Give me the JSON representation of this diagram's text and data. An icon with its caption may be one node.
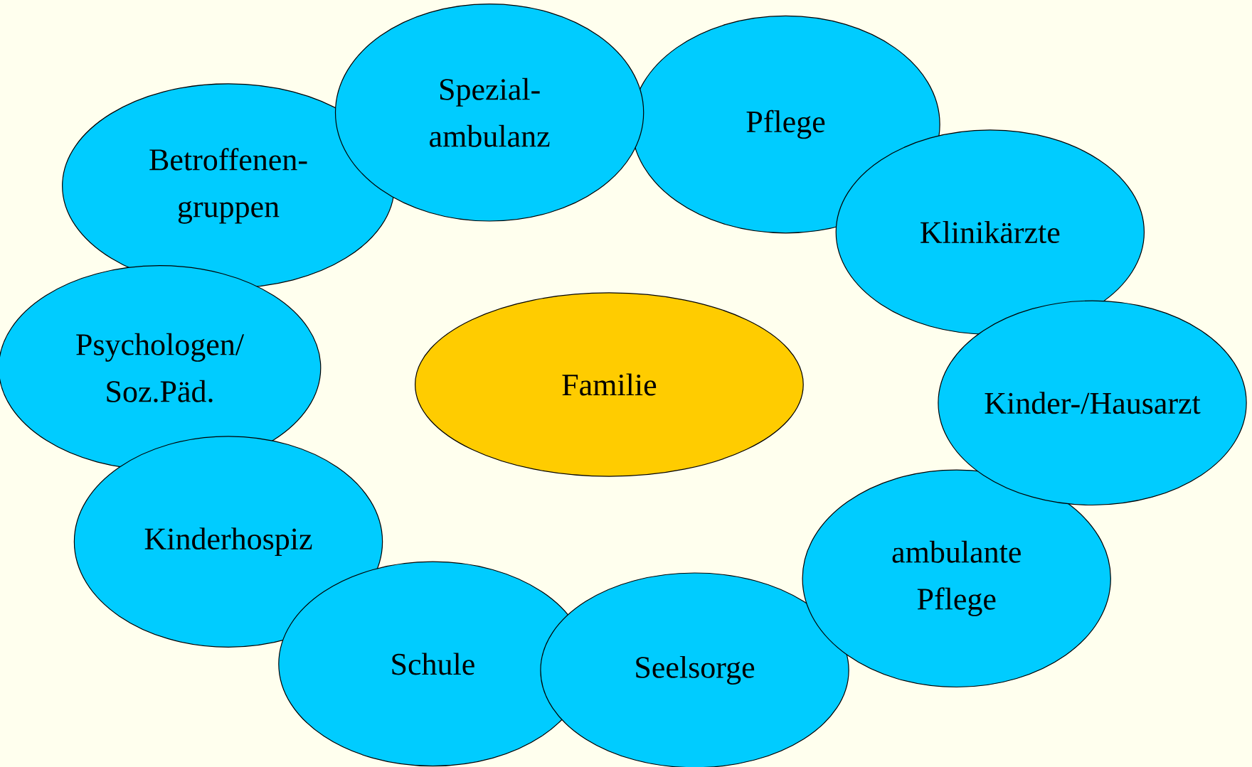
{
  "diagram": {
    "nodes": [
      {
        "text": [
          "Betroffenen- gruppen"
        ]
      },
      {
        "text": [
          "Spezial- ambulanz"
        ]
      },
      {
        "text": [
          "Pflege"
        ]
      },
      {
        "text": [
          "Klinikärzte"
        ]
      },
      {
        "text": [
          "Kinder-/Hausarzt"
        ]
      },
      {
        "text": [
          "ambulante Pflege"
        ]
      },
      {
        "text": [
          "Seelsorge"
        ]
      },
      {
        "text": [
          "Schule"
        ]
      },
      {
        "text": [
          "Kinderhospiz"
        ]
      },
      {
        "text": [
          "Psychologen/ Soz.Päd."
        ]
      },
      {
        "text": [
          "Familie"
        ]
      }
    ]
  }
}
